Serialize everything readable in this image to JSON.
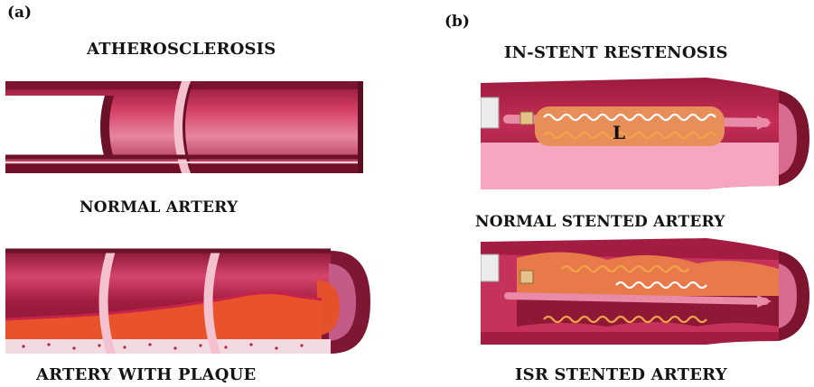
{
  "panel_a": {
    "label": "(a)",
    "title": "ATHEROSCLEROSIS",
    "normal_caption": "NORMAL ARTERY",
    "plaque_caption": "ARTERY WITH PLAQUE"
  },
  "panel_b": {
    "label": "(b)",
    "title": "IN-STENT RESTENOSIS",
    "normal_caption": "NORMAL STENTED ARTERY",
    "isr_caption": "ISR STENTED ARTERY",
    "lumen_marker": "L"
  },
  "colors": {
    "vessel_wall": "#b8224a",
    "vessel_highlight": "#e27a97",
    "vessel_dark": "#4c0f22",
    "plaque": "#e8532b",
    "stent": "#f0a44a",
    "lumen_pink": "#f6a6c0"
  }
}
